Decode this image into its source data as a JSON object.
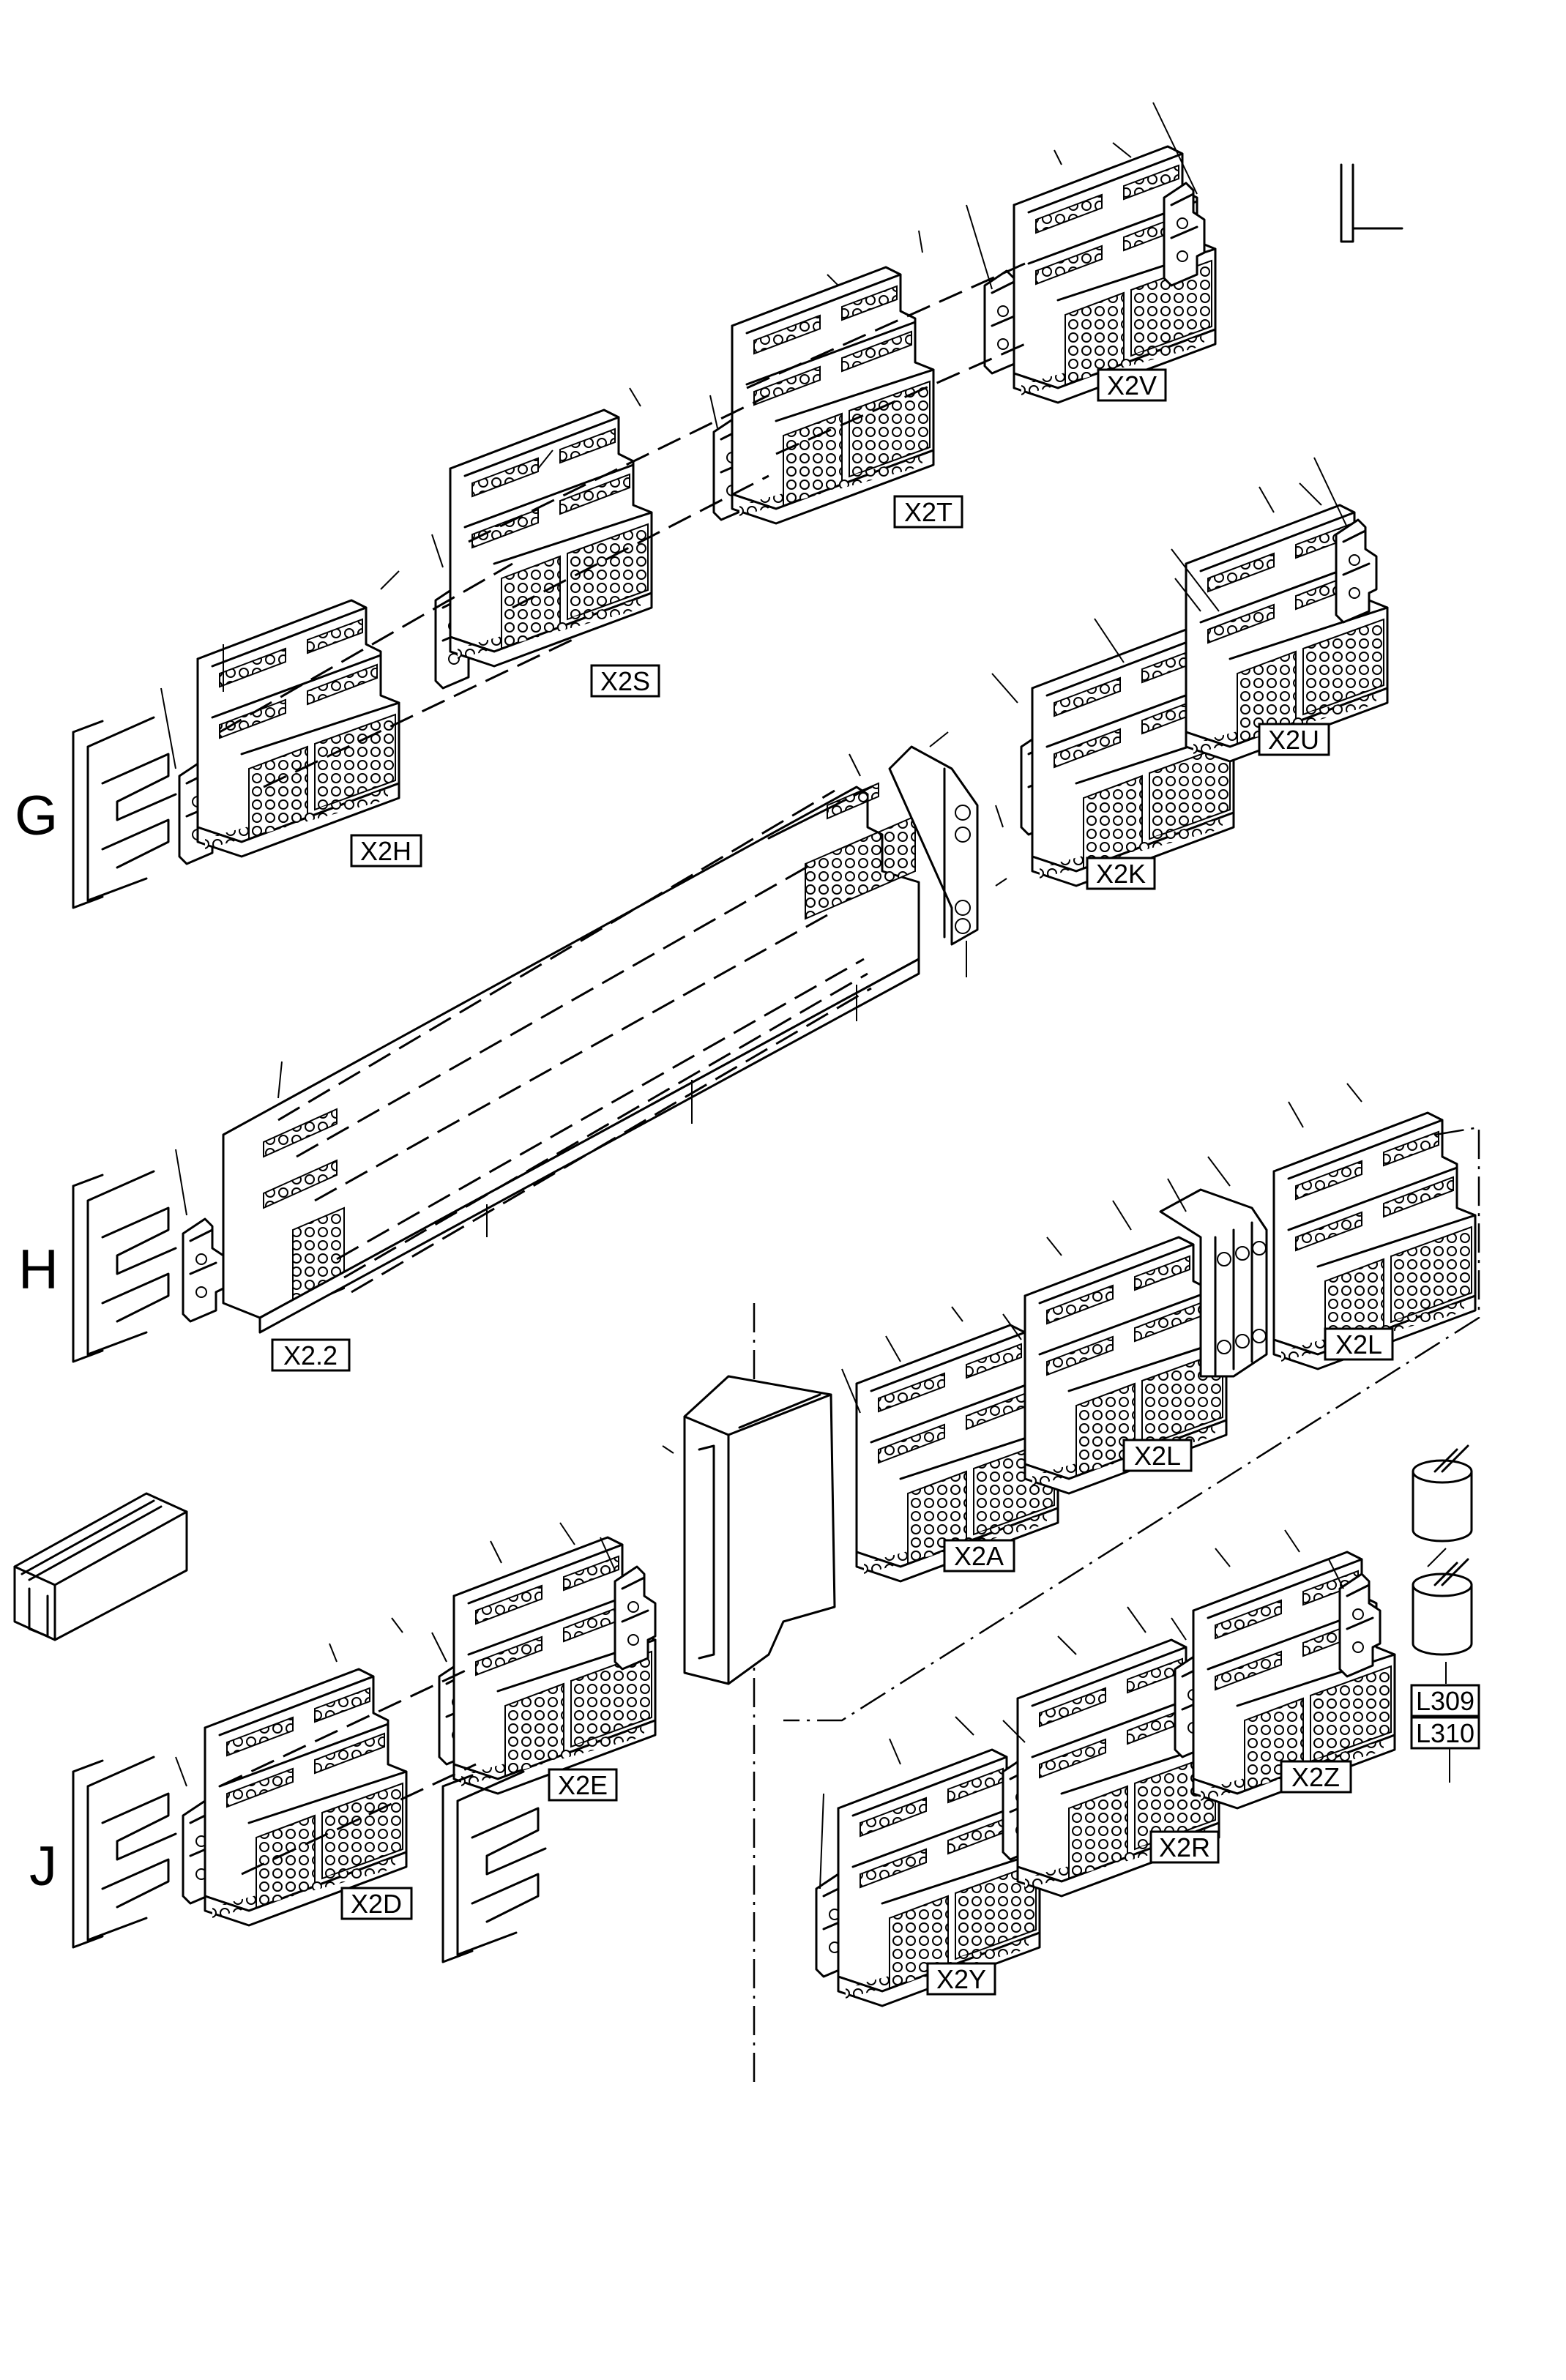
{
  "sections": [
    {
      "id": "G",
      "label": "G"
    },
    {
      "id": "H",
      "label": "H"
    },
    {
      "id": "J",
      "label": "J"
    }
  ],
  "terminal_labels": {
    "x2v": "X2V",
    "x2t": "X2T",
    "x2s": "X2S",
    "x2h": "X2H",
    "x2u": "X2U",
    "x2k": "X2K",
    "x2_2": "X2.2",
    "x2l_right": "X2L",
    "x2l_mid": "X2L",
    "x2a": "X2A",
    "x2e": "X2E",
    "x2d": "X2D",
    "x2z": "X2Z",
    "x2r": "X2R",
    "x2y": "X2Y"
  },
  "coil_labels": {
    "l309": "L309",
    "l310": "L310"
  },
  "colors": {
    "line": "#000000",
    "background": "#ffffff"
  }
}
